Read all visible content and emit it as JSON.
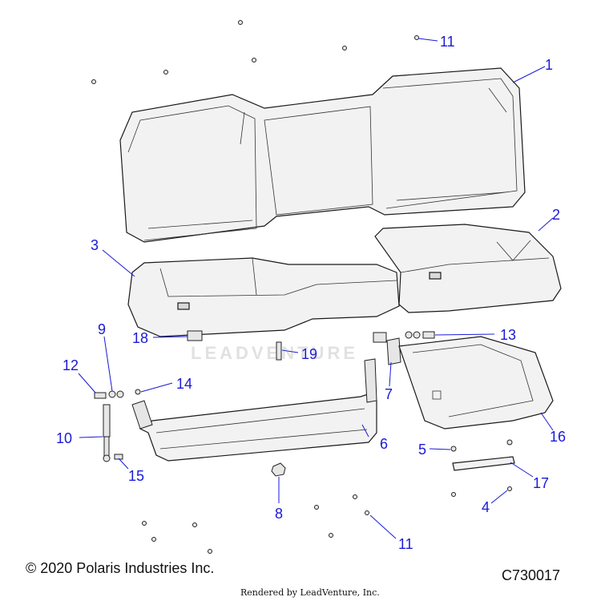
{
  "callouts": [
    {
      "id": "c1",
      "label": "1"
    },
    {
      "id": "c2",
      "label": "2"
    },
    {
      "id": "c3",
      "label": "3"
    },
    {
      "id": "c4",
      "label": "4"
    },
    {
      "id": "c5",
      "label": "5"
    },
    {
      "id": "c6",
      "label": "6"
    },
    {
      "id": "c7",
      "label": "7"
    },
    {
      "id": "c8",
      "label": "8"
    },
    {
      "id": "c9",
      "label": "9"
    },
    {
      "id": "c10",
      "label": "10"
    },
    {
      "id": "c11a",
      "label": "11"
    },
    {
      "id": "c11b",
      "label": "11"
    },
    {
      "id": "c12",
      "label": "12"
    },
    {
      "id": "c13",
      "label": "13"
    },
    {
      "id": "c14",
      "label": "14"
    },
    {
      "id": "c15",
      "label": "15"
    },
    {
      "id": "c16",
      "label": "16"
    },
    {
      "id": "c17",
      "label": "17"
    },
    {
      "id": "c18",
      "label": "18"
    },
    {
      "id": "c19",
      "label": "19"
    }
  ],
  "footer": {
    "copyright": "© 2020 Polaris Industries Inc.",
    "diagram_code": "C730017",
    "rendered_by": "Rendered by LeadVenture, Inc."
  },
  "watermark": {
    "text": "LEADVENTURE"
  },
  "colors": {
    "callout": "#1a1ad8",
    "line": "#1a1a1a",
    "part_fill": "#f2f2f2"
  }
}
